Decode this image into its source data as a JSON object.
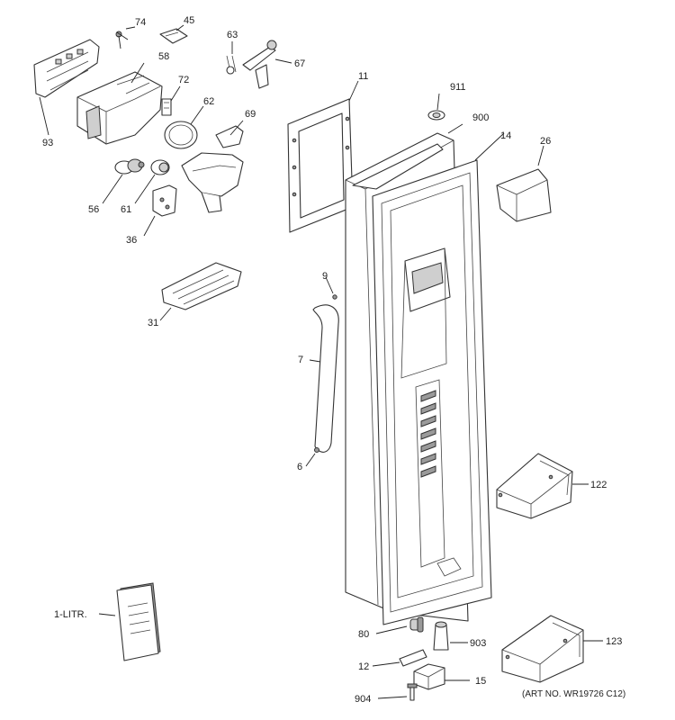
{
  "labels": {
    "p74": "74",
    "p45": "45",
    "p63": "63",
    "p67": "67",
    "p58": "58",
    "p72": "72",
    "p62": "62",
    "p69": "69",
    "p93": "93",
    "p56": "56",
    "p61": "61",
    "p36": "36",
    "p11": "11",
    "p911": "911",
    "p900": "900",
    "p14": "14",
    "p26": "26",
    "p9": "9",
    "p31": "31",
    "p7": "7",
    "p6": "6",
    "p122": "122",
    "p1litr": "1-LITR.",
    "p80": "80",
    "p903": "903",
    "p123": "123",
    "p12": "12",
    "p15": "15",
    "p904": "904"
  },
  "art_no": "(ART NO. WR19726 C12)"
}
